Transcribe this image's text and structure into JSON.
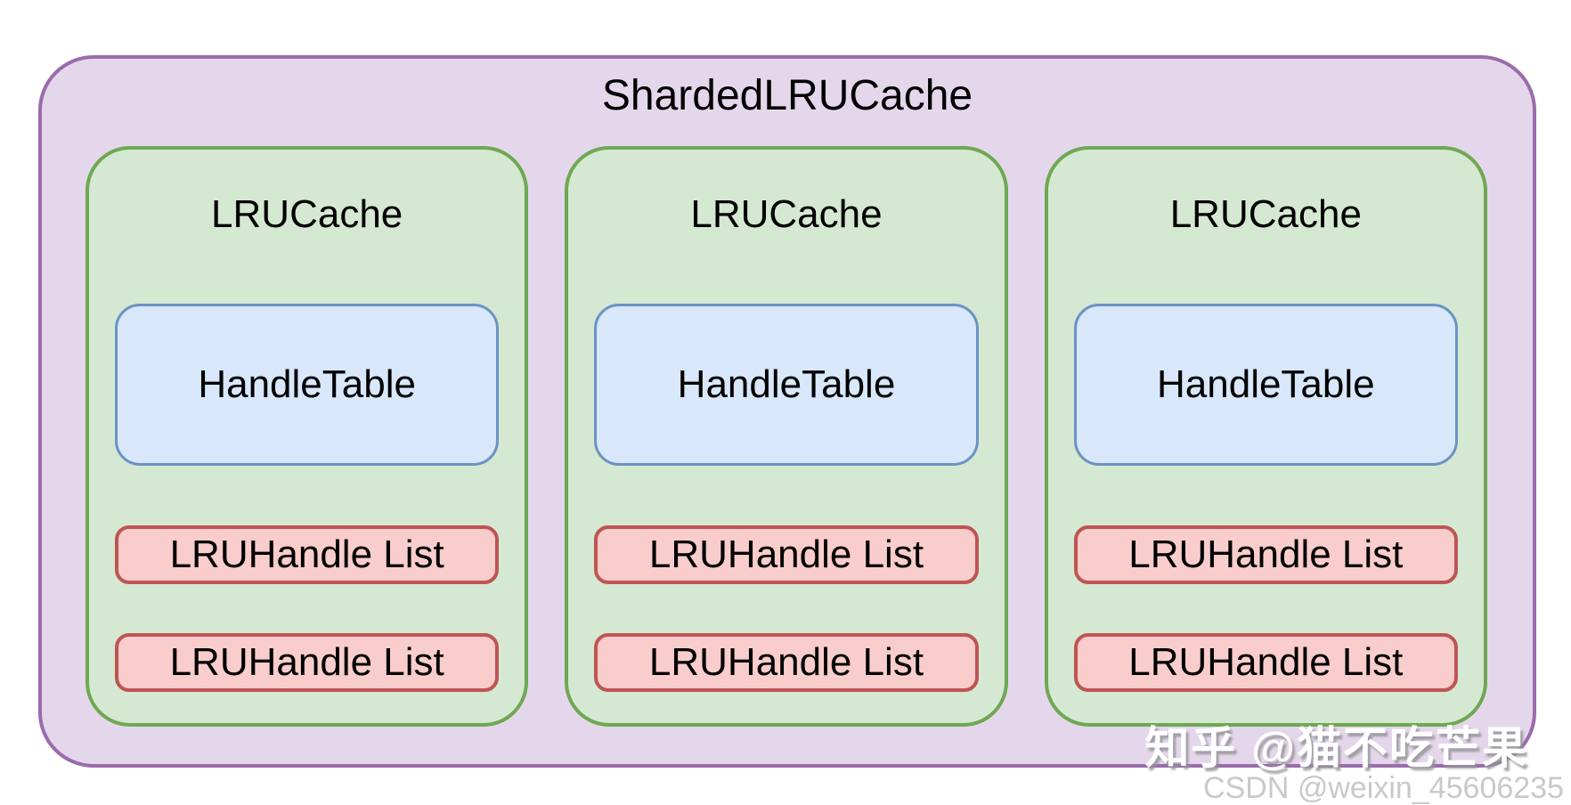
{
  "diagram": {
    "title": "ShardedLRUCache",
    "shards": [
      {
        "label": "LRUCache",
        "handle_table": "HandleTable",
        "lru_lists": [
          "LRUHandle List",
          "LRUHandle List"
        ]
      },
      {
        "label": "LRUCache",
        "handle_table": "HandleTable",
        "lru_lists": [
          "LRUHandle List",
          "LRUHandle List"
        ]
      },
      {
        "label": "LRUCache",
        "handle_table": "HandleTable",
        "lru_lists": [
          "LRUHandle List",
          "LRUHandle List"
        ]
      }
    ],
    "colors": {
      "sharded_fill": "#E5D7EB",
      "sharded_stroke": "#9A6CAB",
      "shard_fill": "#D5E8D2",
      "shard_stroke": "#6FA853",
      "handle_table_fill": "#D9E7FA",
      "handle_table_stroke": "#6B93C4",
      "lru_list_fill": "#F8CDCB",
      "lru_list_stroke": "#BE5553",
      "text": "#000000"
    }
  },
  "watermarks": {
    "zhihu": "知乎 @猫不吃芒果",
    "csdn": "CSDN @weixin_45606235"
  }
}
